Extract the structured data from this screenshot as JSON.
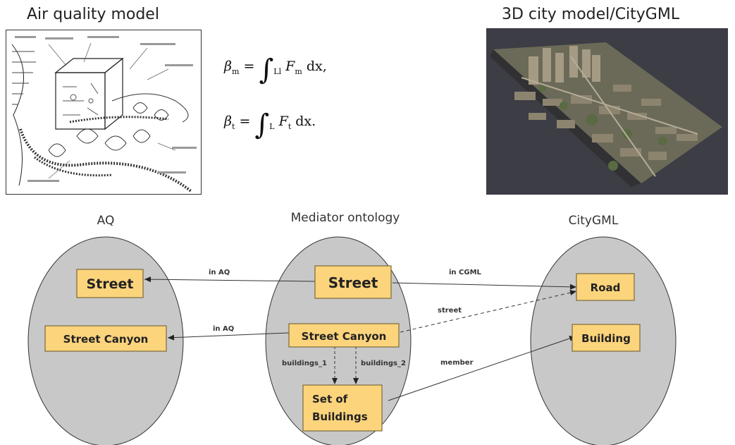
{
  "header": {
    "aq_title": "Air quality model",
    "city_title": "3D city model/CityGML"
  },
  "formulas": {
    "beta_m": {
      "lhs": "β",
      "lhs_sub": "m",
      "integrand": "F",
      "integrand_sub": "m",
      "lower": "L",
      "upper": "l",
      "diff": " dx,"
    },
    "beta_t": {
      "lhs": "β",
      "lhs_sub": "t",
      "integrand": "F",
      "integrand_sub": "t",
      "lower": "L",
      "diff": " dx."
    }
  },
  "diagram": {
    "groups": {
      "aq": "AQ",
      "mediator": "Mediator ontology",
      "citygml": "CityGML"
    },
    "nodes": {
      "aq_street": "Street",
      "aq_street_canyon": "Street Canyon",
      "med_street": "Street",
      "med_street_canyon": "Street Canyon",
      "med_set_line1": "Set of",
      "med_set_line2": "Buildings",
      "cg_road": "Road",
      "cg_building": "Building"
    },
    "edges": {
      "in_aq_1": "in AQ",
      "in_aq_2": "in AQ",
      "in_cgml": "in CGML",
      "street": "street",
      "member": "member",
      "buildings_1": "buildings_1",
      "buildings_2": "buildings_2"
    }
  },
  "colors": {
    "ellipse_fill": "#c8c8c8",
    "node_fill": "#fcd47c",
    "node_border": "#7a6a3a",
    "arrow": "#333333"
  }
}
